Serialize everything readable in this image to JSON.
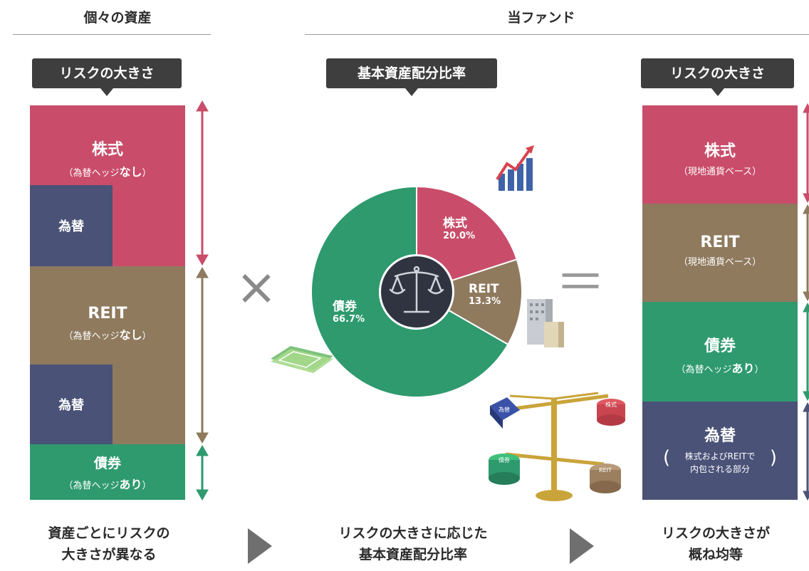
{
  "headers": {
    "left": "個々の資産",
    "right": "当ファンド"
  },
  "tags": {
    "left": "リスクの大きさ",
    "center": "基本資産配分比率",
    "right": "リスクの大きさ"
  },
  "left_column": {
    "equity": {
      "title": "株式",
      "sub_open": "（為替ヘッジ",
      "sub_bold": "なし",
      "sub_close": "）"
    },
    "equity_fx": "為替",
    "reit": {
      "title": "REIT",
      "sub_open": "（為替ヘッジ",
      "sub_bold": "なし",
      "sub_close": "）"
    },
    "reit_fx": "為替",
    "bond": {
      "title": "債券",
      "sub_open": "（為替ヘッジ",
      "sub_bold": "あり",
      "sub_close": "）"
    }
  },
  "operators": {
    "times": "×",
    "equals": "＝"
  },
  "chart_data": {
    "type": "pie",
    "categories": [
      "株式",
      "REIT",
      "債券"
    ],
    "values": [
      20.0,
      13.3,
      66.7
    ],
    "value_labels": [
      "20.0%",
      "13.3%",
      "66.7%"
    ],
    "colors": [
      "#c94d6a",
      "#8f7a5e",
      "#2e9a6e"
    ]
  },
  "right_column": {
    "equity": {
      "title": "株式",
      "sub": "（現地通貨ベース）"
    },
    "reit": {
      "title": "REIT",
      "sub": "（現地通貨ベース）"
    },
    "bond": {
      "title": "債券",
      "sub_open": "（為替ヘッジ",
      "sub_bold": "あり",
      "sub_close": "）"
    },
    "fx": {
      "title": "為替",
      "sub_line1": "株式およびREITで",
      "sub_line2": "内包される部分"
    }
  },
  "scale_labels": [
    "為替",
    "株式",
    "債券",
    "REIT"
  ],
  "bottom": {
    "left": [
      "資産ごとにリスクの",
      "大きさが異なる"
    ],
    "center": [
      "リスクの大きさに応じた",
      "基本資産配分比率"
    ],
    "right": [
      "リスクの大きさが",
      "概ね均等"
    ]
  },
  "colors": {
    "equity": "#c94d6a",
    "reit": "#8f7a5e",
    "bond": "#2e9a6e",
    "fx": "#4a5278",
    "tag": "#3e3e3e"
  }
}
